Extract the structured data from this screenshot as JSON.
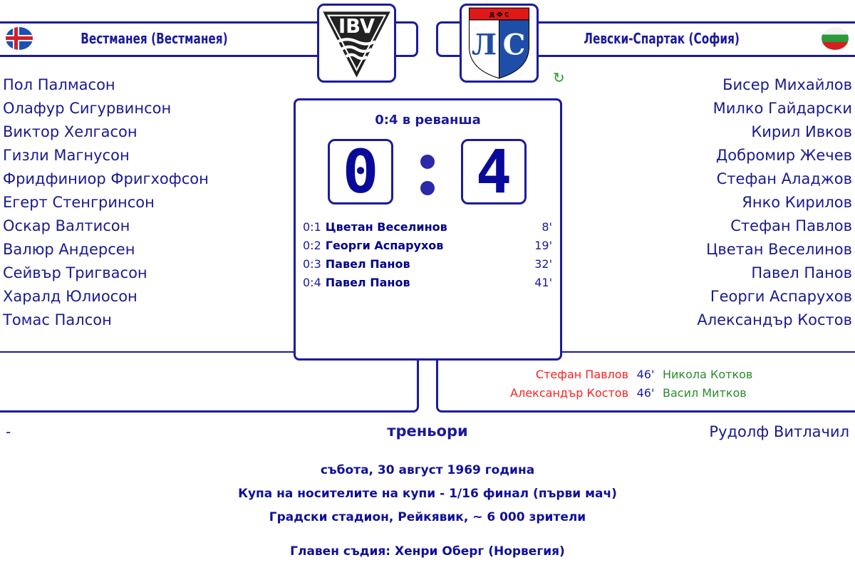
{
  "home": {
    "name": "Вестманея (Вестманея)",
    "flag_icon": "iceland-flag",
    "logo_text": "IBV",
    "lineup": [
      "Пол Палмасон",
      "Олафур Сигурвинсон",
      "Виктор Хелгасон",
      "Гизли Магнусон",
      "Фридфиниор Фригхофсон",
      "Егерт Стенгринсон",
      "Оскар Валтисон",
      "Валюр Андерсен",
      "Сейвър Тригвасон",
      "Харалд Юлиосон",
      "Томас Палсон"
    ],
    "coach": "-"
  },
  "away": {
    "name": "Левски-Спартак (София)",
    "flag_icon": "bulgaria-flag",
    "logo_text": "ЛС",
    "logo_top": "Д Ф С",
    "lineup": [
      "Бисер Михайлов",
      "Милко Гайдарски",
      "Кирил Ивков",
      "Добромир Жечев",
      "Стефан Аладжов",
      "Янко Кирилов",
      "Стефан Павлов",
      "Цветан Веселинов",
      "Павел Панов",
      "Георги Аспарухов",
      "Александър Костов"
    ],
    "coach": "Рудолф Витлачил",
    "substitutions": [
      {
        "out": "Стефан Павлов",
        "minute": "46'",
        "in": "Никола Котков"
      },
      {
        "out": "Александър Костов",
        "minute": "46'",
        "in": "Васил Митков"
      }
    ]
  },
  "score": {
    "note": "0:4 в реванша",
    "home": "0",
    "away": "4",
    "separator": ":"
  },
  "goals": [
    {
      "score": "0:1",
      "name": "Цветан Веселинов",
      "minute": "8'"
    },
    {
      "score": "0:2",
      "name": "Георги Аспарухов",
      "minute": "19'"
    },
    {
      "score": "0:3",
      "name": "Павел Панов",
      "minute": "32'"
    },
    {
      "score": "0:4",
      "name": "Павел Панов",
      "minute": "41'"
    }
  ],
  "coaches_label": "треньори",
  "info": {
    "date": "събота, 30 август 1969 година",
    "competition": "Купа на носителите на купи - 1/16 финал (първи мач)",
    "venue": "Градски стадион, Рейкявик, ~ 6 000 зрители",
    "referee": "Главен съдия: Хенри Оберг (Норвегия)"
  },
  "colors": {
    "frame": "#1c1c9a",
    "sub_out": "#ff2020",
    "sub_in": "#2a8a2a"
  }
}
